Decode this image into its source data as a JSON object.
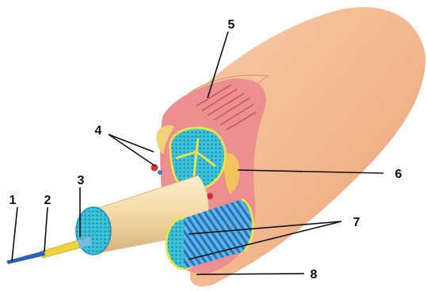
{
  "labels": {
    "l1": "1",
    "l2": "2",
    "l3": "3",
    "l4": "4",
    "l5": "5",
    "l6": "6",
    "l7": "7",
    "l8": "8"
  },
  "colors": {
    "skin": "#f2b890",
    "skin_shadow": "#e39d74",
    "muscle": "#e9878a",
    "muscle_dark": "#cf5f66",
    "fascicle": "#37c0d6",
    "fascicle_dark": "#1f8fb8",
    "perineurium": "#e9e250",
    "epineurium": "#f7e2b5",
    "axon": "#2a67b0",
    "myelin": "#e6c33a"
  }
}
